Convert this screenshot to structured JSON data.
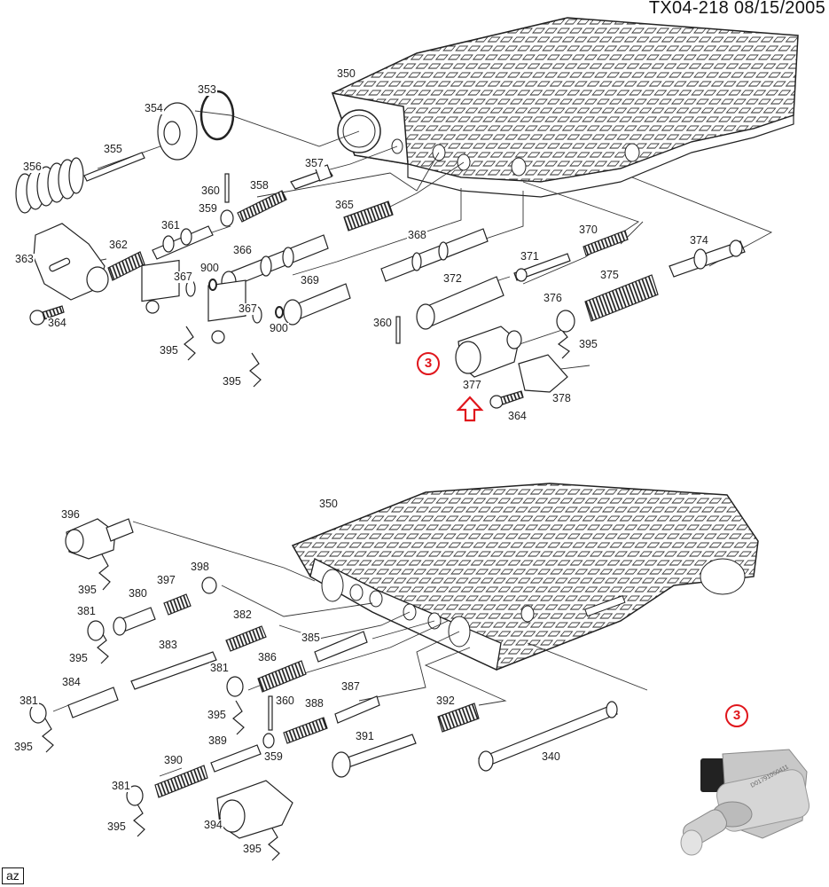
{
  "document": {
    "id_and_date": "TX04-218  08/15/2005",
    "corner_tag": "az",
    "highlight_color": "#e0161c",
    "line_color": "#222222"
  },
  "callouts": {
    "diagram_callout": "3",
    "photo_callout": "3"
  },
  "top_assembly": {
    "title": "Control valve body assembly (upper view)",
    "labels": {
      "p350": "350",
      "p353": "353",
      "p354": "354",
      "p355": "355",
      "p356": "356",
      "p357": "357",
      "p358": "358",
      "p359": "359",
      "p360a": "360",
      "p360b": "360",
      "p361": "361",
      "p362": "362",
      "p363": "363",
      "p364a": "364",
      "p364b": "364",
      "p365": "365",
      "p366": "366",
      "p367a": "367",
      "p367b": "367",
      "p368": "368",
      "p369": "369",
      "p370": "370",
      "p371": "371",
      "p372": "372",
      "p374": "374",
      "p375": "375",
      "p376": "376",
      "p377": "377",
      "p378": "378",
      "p395a": "395",
      "p395b": "395",
      "p395c": "395",
      "p900a": "900",
      "p900b": "900"
    }
  },
  "bottom_assembly": {
    "title": "Control valve body assembly (lower view)",
    "labels": {
      "p350": "350",
      "p396": "396",
      "p395a": "395",
      "p395b": "395",
      "p395c": "395",
      "p395d": "395",
      "p395e": "395",
      "p395f": "395",
      "p397": "397",
      "p398": "398",
      "p380": "380",
      "p381a": "381",
      "p381b": "381",
      "p381c": "381",
      "p381d": "381",
      "p382": "382",
      "p383": "383",
      "p384": "384",
      "p385": "385",
      "p386": "386",
      "p387": "387",
      "p388": "388",
      "p389": "389",
      "p390": "390",
      "p391": "391",
      "p392": "392",
      "p394": "394",
      "p340": "340",
      "p360": "360",
      "p359": "359"
    }
  },
  "product_photo": {
    "subject": "pressure control solenoid",
    "marking": "D01791050411"
  }
}
